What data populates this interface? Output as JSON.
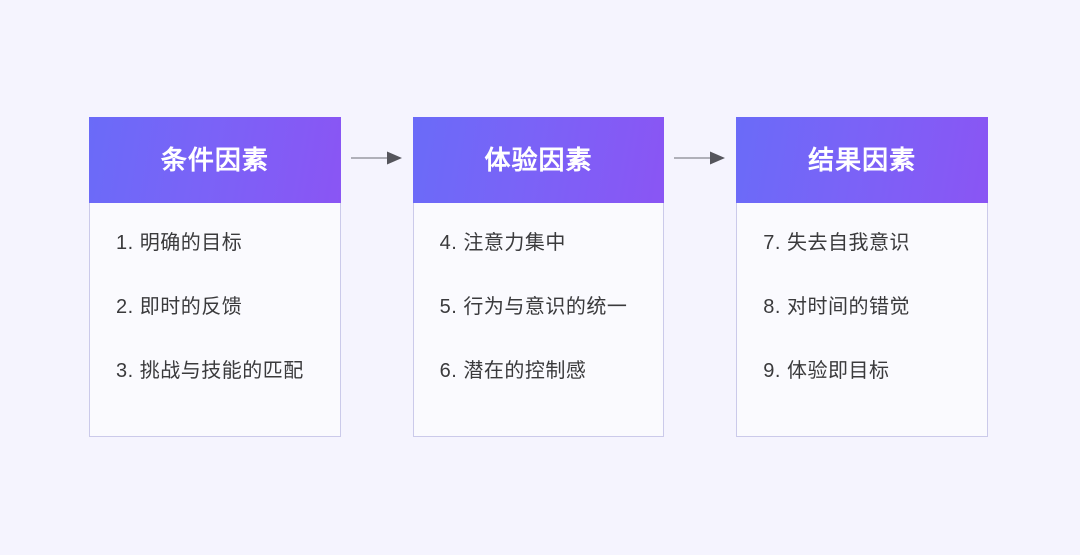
{
  "diagram": {
    "title_text": "",
    "background_color": "#f5f4fe",
    "header_gradient_start": "#6a6bf8",
    "header_gradient_end": "#8a55f4",
    "header_text_color": "#ffffff",
    "body_background": "#fafafe",
    "body_border_color": "#cbcaea",
    "item_text_color": "#3a3a3c",
    "arrow_color": "#9a9aa2",
    "cards": [
      {
        "header": "条件因素",
        "items": [
          "1. 明确的目标",
          "2. 即时的反馈",
          "3. 挑战与技能的匹配"
        ]
      },
      {
        "header": "体验因素",
        "items": [
          "4. 注意力集中",
          "5. 行为与意识的统一",
          "6. 潜在的控制感"
        ]
      },
      {
        "header": "结果因素",
        "items": [
          "7. 失去自我意识",
          "8. 对时间的错觉",
          "9. 体验即目标"
        ]
      }
    ],
    "connectors": [
      {
        "name": "arrow-1-to-2"
      },
      {
        "name": "arrow-2-to-3"
      }
    ]
  }
}
